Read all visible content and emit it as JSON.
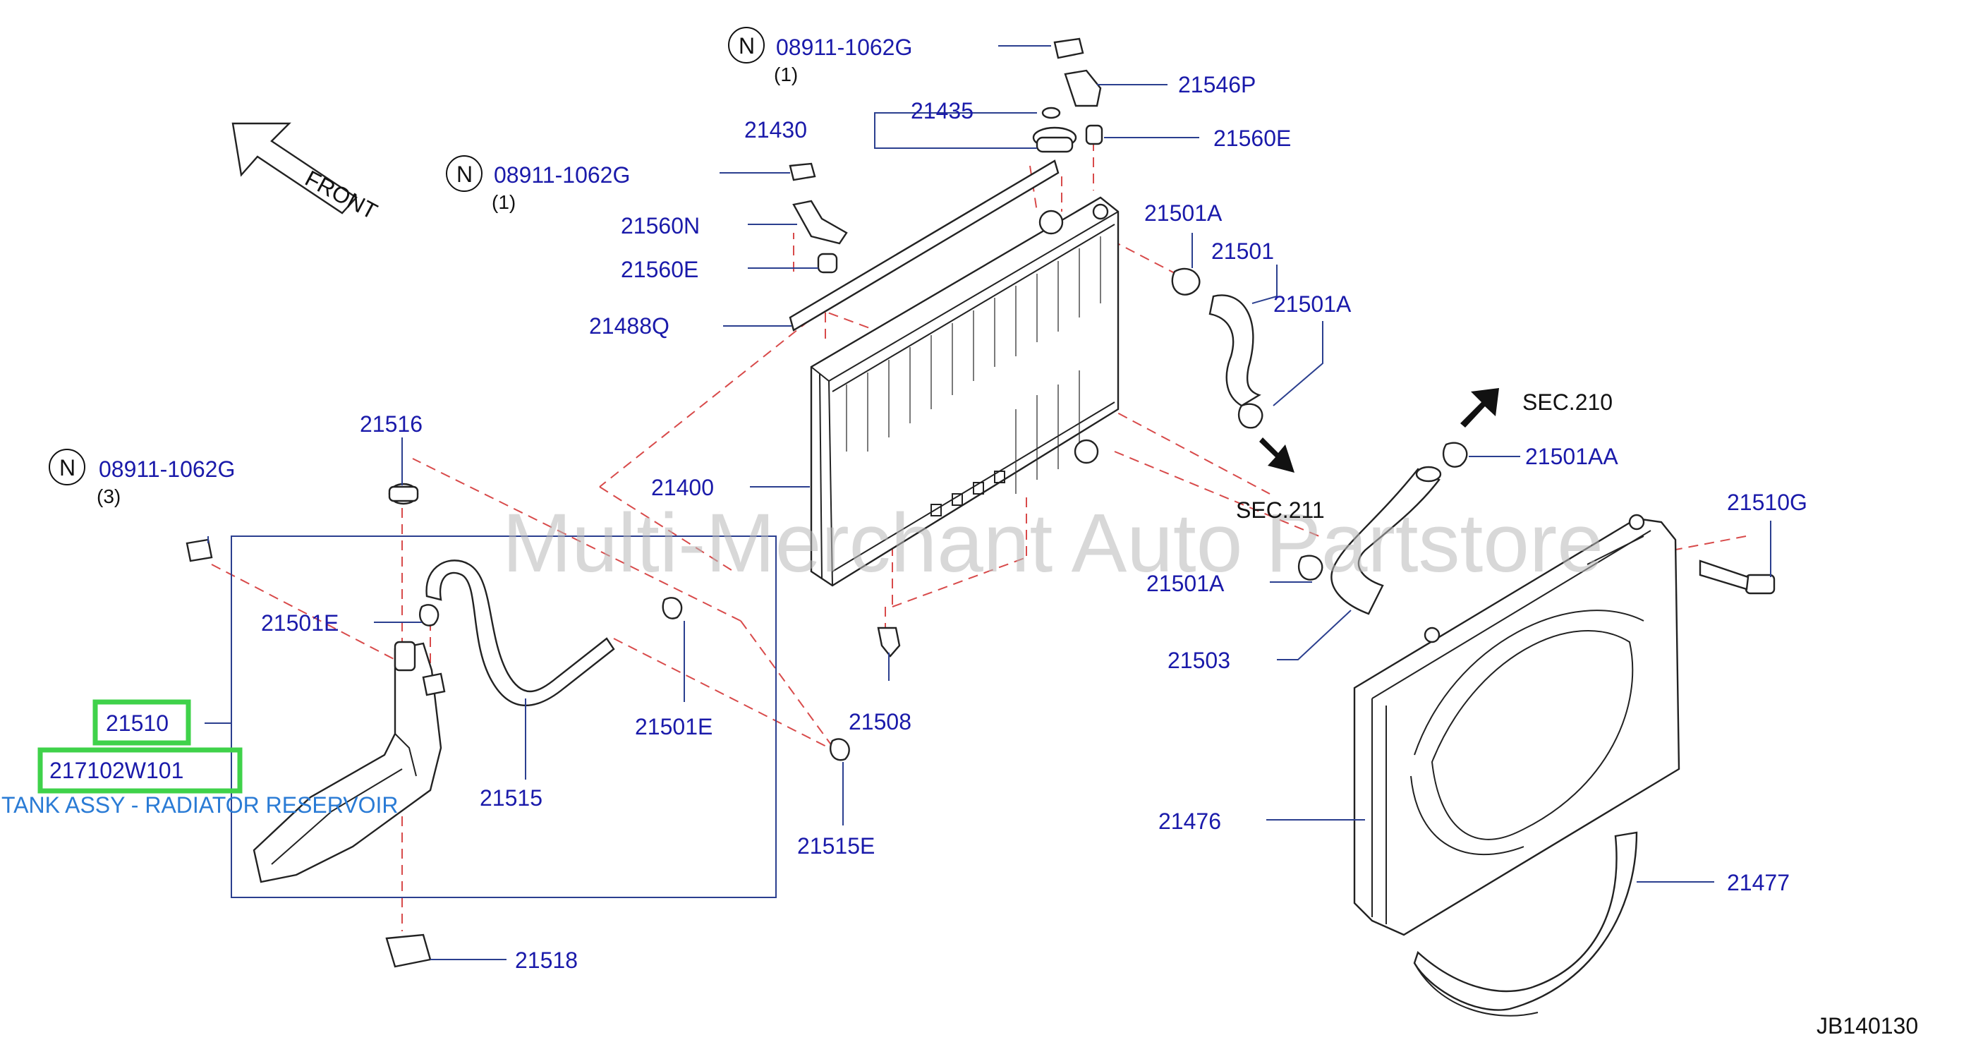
{
  "labels": {
    "nut_top": "08911-1062G",
    "nut_top_qty": "(1)",
    "bracket_21546p": "21546P",
    "grommet_21560e_top": "21560E",
    "cap_21435": "21435",
    "radiator_21430": "21430",
    "nut_mid": "08911-1062G",
    "nut_mid_qty": "(1)",
    "bracket_21560n": "21560N",
    "grommet_21560e": "21560E",
    "seal_21488q": "21488Q",
    "clamp_21501a_1": "21501A",
    "hose_21501": "21501",
    "clamp_21501a_2": "21501A",
    "sec_210": "SEC.210",
    "clamp_21501aa": "21501AA",
    "sec_211": "SEC.211",
    "bolt_21510g": "21510G",
    "clamp_21501a_3": "21501A",
    "hose_21503": "21503",
    "shroud_21476": "21476",
    "shroud_lower_21477": "21477",
    "cap_21516": "21516",
    "nut_left": "08911-1062G",
    "nut_left_qty": "(3)",
    "radiator_core_21400": "21400",
    "clamp_21501e_left": "21501E",
    "clamp_21501e_right": "21501E",
    "grommet_21508": "21508",
    "tank_21510": "21510",
    "tank_part_no": "217102W101",
    "tank_description": "TANK ASSY - RADIATOR RESERVOIR",
    "hose_21515": "21515",
    "clamp_21515e": "21515E",
    "bracket_21518": "21518",
    "front_label": "FRONT",
    "n_symbol": "N",
    "diagram_code": "JB140130"
  },
  "watermark": "Multi-Merchant Auto Partstore",
  "colors": {
    "label": "#1a1aaa",
    "leader": "#2b3f8f",
    "dashed": "#d84a4a",
    "highlight": "#3fd24a",
    "description": "#2a7bd5"
  }
}
